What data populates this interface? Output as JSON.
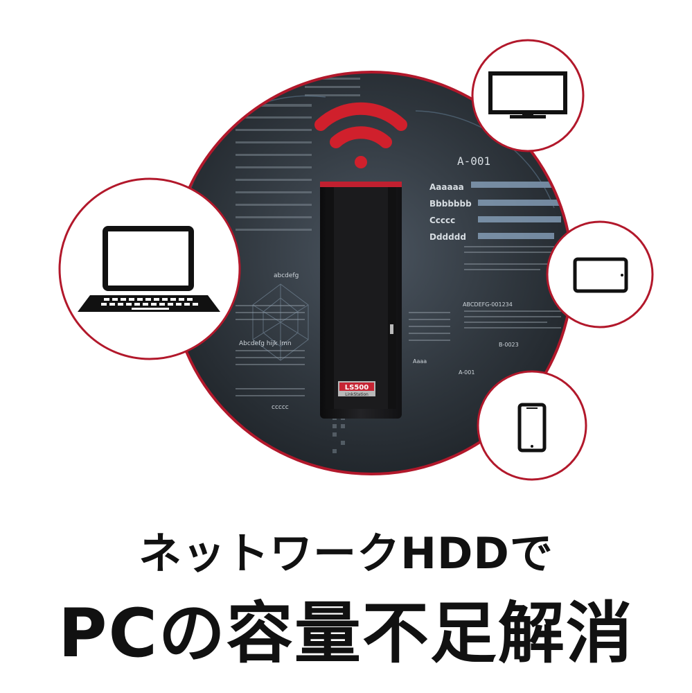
{
  "headline": {
    "line1": "ネットワークHDDで",
    "line2": "PCの容量不足解消"
  },
  "device": {
    "model": "LS500",
    "brand": "LinkStation"
  },
  "background_labels": {
    "code": "A-001",
    "rows": [
      "Aaaaaa",
      "Bbbbbbb",
      "Ccccc",
      "Dddddd"
    ],
    "section": "ABCDEFG-001234",
    "small_code": "B-0023",
    "left_note_title": "abcdefg",
    "left_note_a": "Abcdefg hijk lmn",
    "left_note_b": "ccccc",
    "left_label": "A-001",
    "right_label": "Aaaa"
  },
  "icons": [
    "laptop-icon",
    "tv-monitor-icon",
    "tablet-icon",
    "smartphone-icon",
    "wifi-icon"
  ],
  "colors": {
    "ring": "#b2182b",
    "wifi": "#d0202c",
    "device_body": "#1c1c1e",
    "bg_dark": "#2a3138",
    "text": "#111111"
  }
}
